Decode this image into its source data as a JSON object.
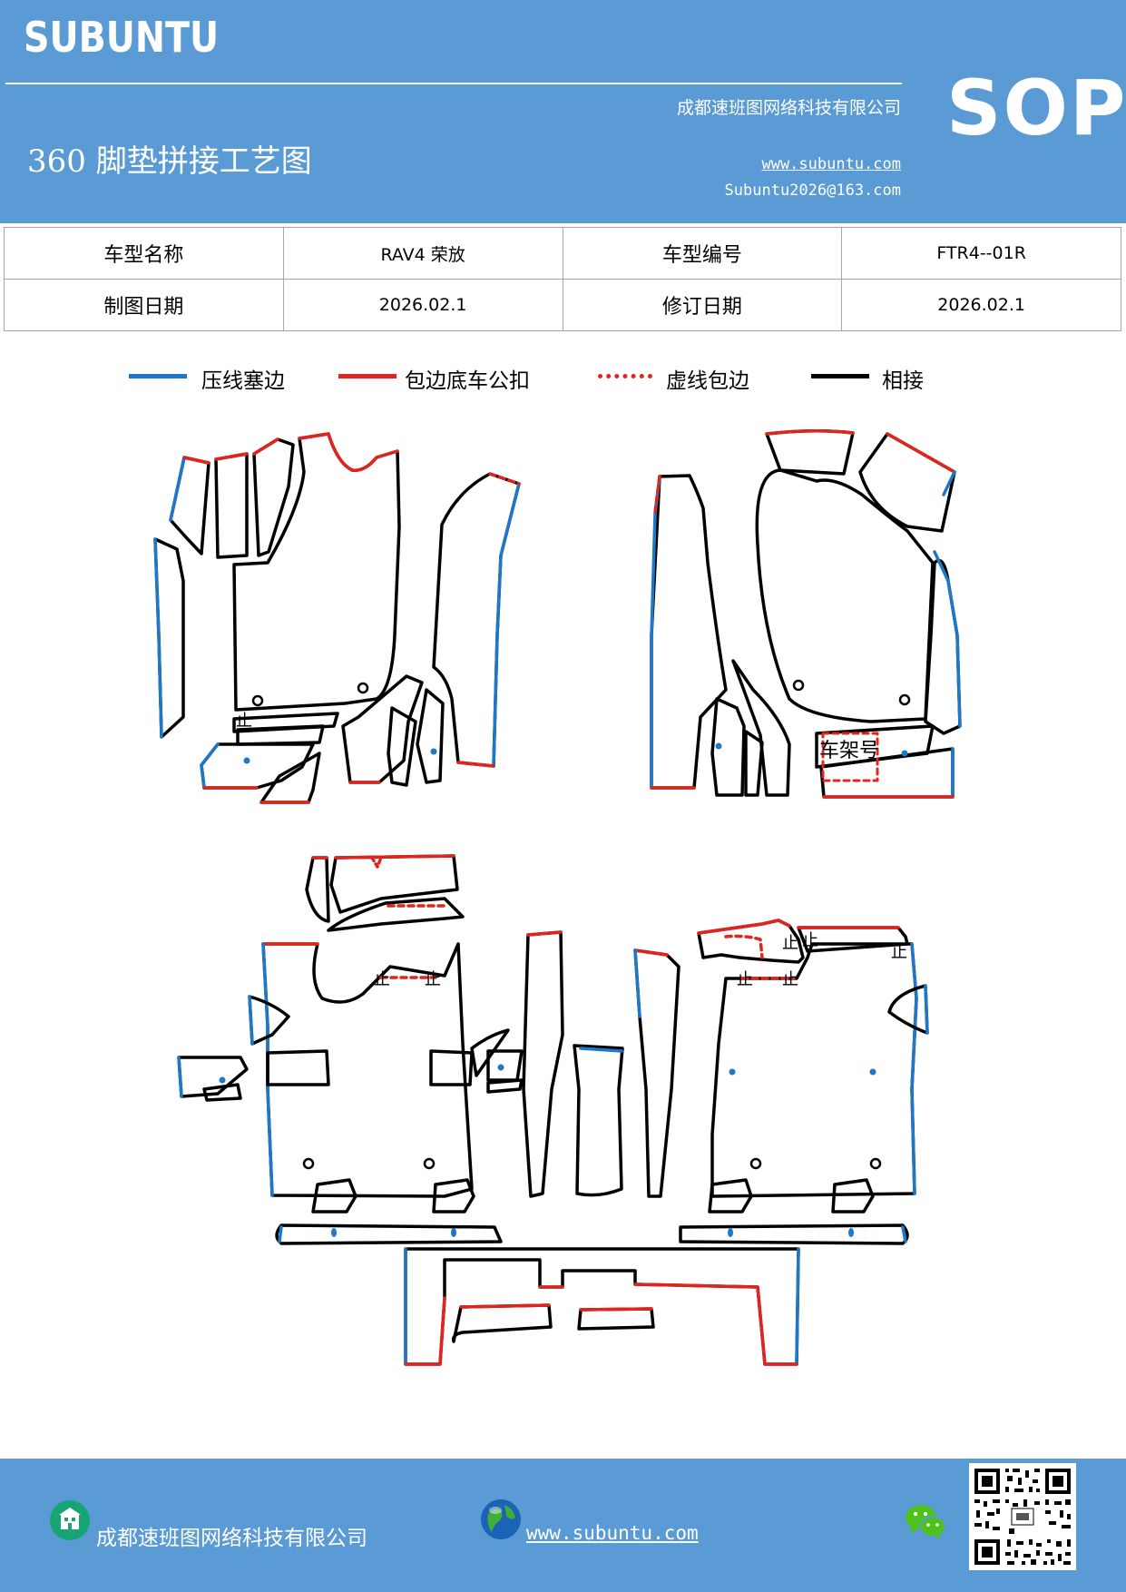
{
  "header": {
    "brand": "SUBUNTU",
    "company": "成都速班图网络科技有限公司",
    "title": "360 脚垫拼接工艺图",
    "website": "www.subuntu.com",
    "email": "Subuntu2026@163.com",
    "badge": "SOP"
  },
  "info_table": {
    "rows": [
      {
        "label1": "车型名称",
        "value1": "RAV4 荣放",
        "label2": "车型编号",
        "value2": "FTR4--01R"
      },
      {
        "label1": "制图日期",
        "value1": "2026.02.1",
        "label2": "修订日期",
        "value2": "2026.02.1"
      }
    ]
  },
  "legend": [
    {
      "label": "压线塞边",
      "color": "#1f77c8",
      "style": "solid"
    },
    {
      "label": "包边底车公扣",
      "color": "#e0251f",
      "style": "solid"
    },
    {
      "label": "虚线包边",
      "color": "#e0251f",
      "style": "dashed"
    },
    {
      "label": "相接",
      "color": "#000000",
      "style": "solid"
    }
  ],
  "diagram": {
    "frame_number_label": "车架号",
    "connector_mark": "止"
  },
  "footer": {
    "company": "成都速班图网络科技有限公司",
    "website": "www.subuntu.com",
    "icons": [
      "building-icon",
      "globe-icon",
      "wechat-icon",
      "qr-code"
    ]
  }
}
